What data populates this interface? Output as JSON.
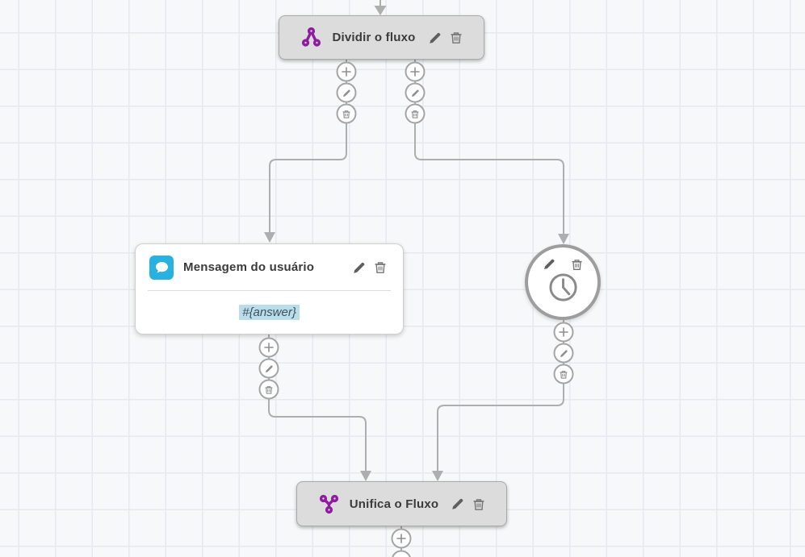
{
  "canvas": {
    "background": "#f7f8f9",
    "grid_color": "#e6e9f1"
  },
  "colors": {
    "node_fill": "#dcdcdc",
    "node_border": "#a9a9a9",
    "connector": "#aeaeae",
    "flow_icon_purple": "#8e1c9e",
    "message_icon_blue": "#29b2e0",
    "variable_highlight": "#b9dde9",
    "action_icon_dark": "#5f5f5f",
    "port_icon_gray": "#8f8f8f"
  },
  "nodes": {
    "split": {
      "title": "Dividir o fluxo",
      "icon": "split-flow-icon"
    },
    "user_message": {
      "title": "Mensagem do usuário",
      "body_value": "#{answer}",
      "icon": "chat-bubble-icon"
    },
    "wait": {
      "icon": "clock-icon"
    },
    "merge": {
      "title": "Unifica o Fluxo",
      "icon": "merge-flow-icon"
    }
  },
  "node_actions": [
    "pencil-icon",
    "trash-icon"
  ],
  "port_controls": [
    "plus-icon",
    "pencil-icon",
    "trash-icon"
  ]
}
